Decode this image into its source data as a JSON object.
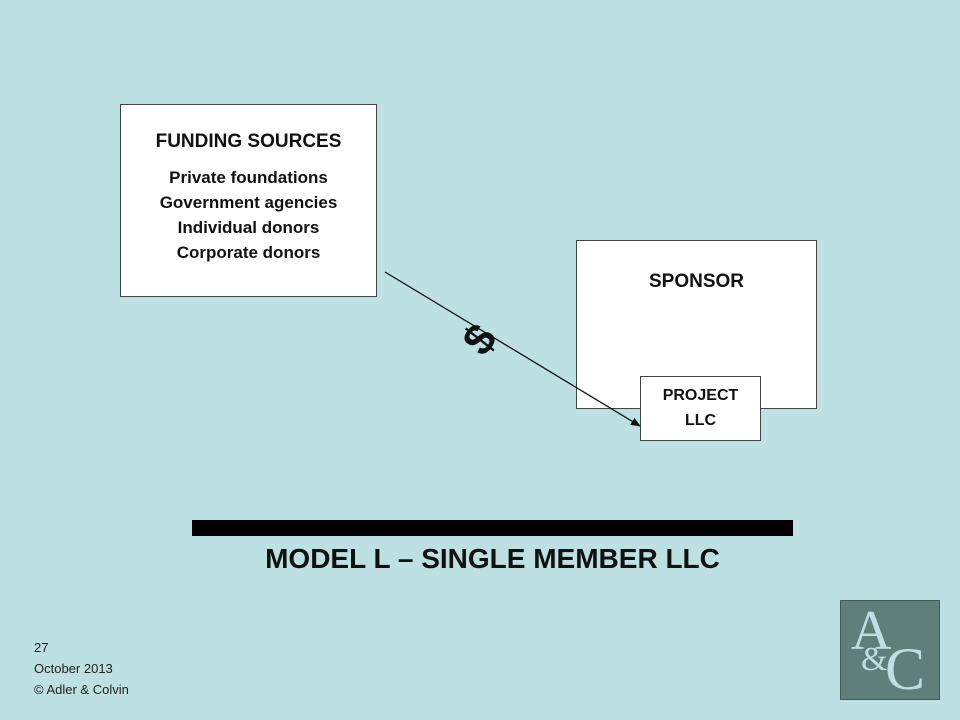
{
  "funding": {
    "title": "FUNDING SOURCES",
    "items": [
      "Private foundations",
      "Government agencies",
      "Individual donors",
      "Corporate donors"
    ]
  },
  "sponsor": {
    "title": "SPONSOR"
  },
  "project": {
    "line1": "PROJECT",
    "line2": "LLC"
  },
  "flow": {
    "symbol": "$"
  },
  "slide": {
    "title": "MODEL L – SINGLE MEMBER LLC"
  },
  "footer": {
    "page_number": "27",
    "date": "October 2013",
    "copyright": "© Adler & Colvin"
  },
  "logo": {
    "letter_a": "A",
    "ampersand": "&",
    "letter_c": "C"
  },
  "colors": {
    "background": "#bde0e3",
    "logo_background": "#5f7f7a"
  }
}
